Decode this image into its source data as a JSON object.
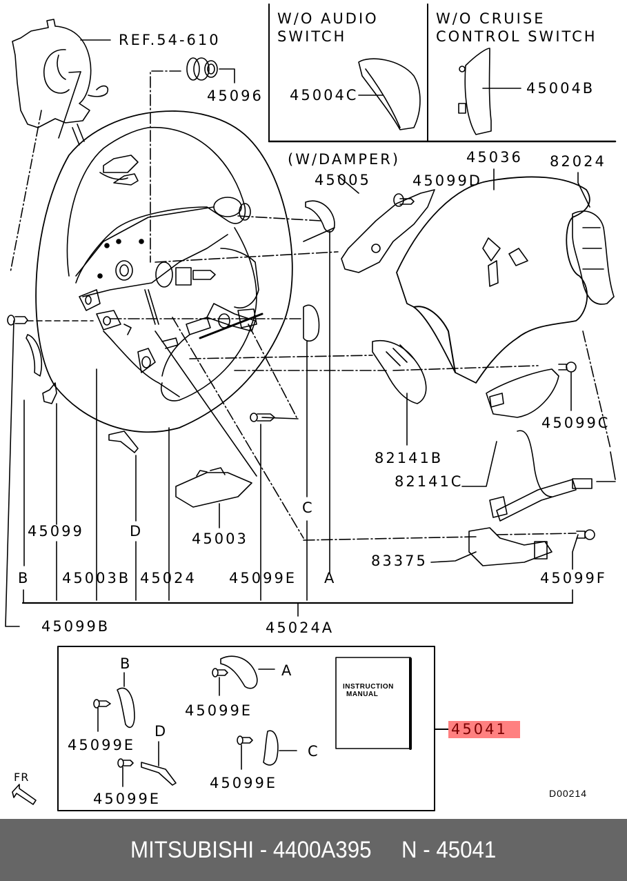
{
  "diagram": {
    "ref_label": "REF.54-610",
    "inset_boxes": [
      {
        "title_line1": "W/O AUDIO",
        "title_line2": "SWITCH",
        "part": "45004C"
      },
      {
        "title_line1": "W/O CRUISE",
        "title_line2": "CONTROL SWITCH",
        "part": "45004B"
      }
    ],
    "damper_note": "(W/DAMPER)",
    "parts": {
      "p45096": "45096",
      "p45005": "45005",
      "p45099D": "45099D",
      "p45036": "45036",
      "p82024": "82024",
      "p45099C": "45099C",
      "p82141B": "82141B",
      "p82141C": "82141C",
      "p45003": "45003",
      "p45099": "45099",
      "p83375": "83375",
      "p45003B": "45003B",
      "p45024": "45024",
      "p45099E": "45099E",
      "p45099F": "45099F",
      "p45099B": "45099B",
      "p45024A": "45024A"
    },
    "callouts": {
      "A": "A",
      "B": "B",
      "C": "C",
      "D": "D"
    },
    "kit_box": {
      "items": [
        {
          "callout": "B",
          "part": "45099E"
        },
        {
          "callout": "A",
          "part": "45099E"
        },
        {
          "callout": "D",
          "part": "45099E"
        },
        {
          "callout": "C",
          "part": "45099E"
        }
      ],
      "manual_line1": "INSTRUCTION",
      "manual_line2": "MANUAL",
      "kit_part": "45041",
      "highlight_color": "#ff8080"
    },
    "front_indicator": "FR",
    "drawing_code": "D00214"
  },
  "footer": {
    "text": "MITSUBISHI - 4400A395     N - 45041",
    "background": "#666666"
  }
}
